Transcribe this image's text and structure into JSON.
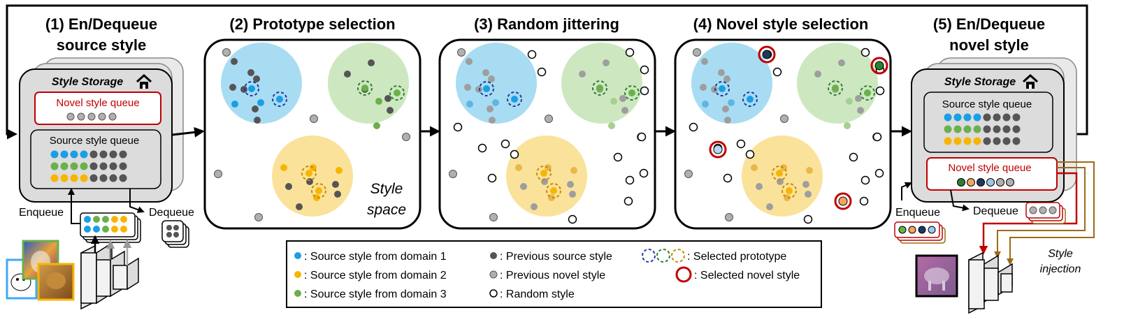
{
  "steps": [
    {
      "label": "(1) En/Dequeue",
      "label2": "source style"
    },
    {
      "label": "(2) Prototype selection"
    },
    {
      "label": "(3) Random jittering"
    },
    {
      "label": "(4) Novel style selection"
    },
    {
      "label": "(5) En/Dequeue",
      "label2": "novel style"
    }
  ],
  "storage": {
    "title": "Style Storage",
    "novel_queue": "Novel style queue",
    "source_queue": "Source style queue"
  },
  "flow": {
    "enqueue": "Enqueue",
    "dequeue": "Dequeue",
    "style_injection_1": "Style",
    "style_injection_2": "injection"
  },
  "space": {
    "label1": "Style",
    "label2": "space"
  },
  "legend": {
    "d1": ": Source style from domain 1",
    "d2": ": Source style from domain 2",
    "d3": ": Source style from domain 3",
    "prev_source": ": Previous source style",
    "prev_novel": ": Previous novel style",
    "random": ": Random style",
    "prototype": ": Selected prototype",
    "novel": ": Selected novel style"
  },
  "colors": {
    "domain1": "#1a9ee6",
    "domain2": "#f7b500",
    "domain3": "#6ab04c",
    "prev_source": "#555555",
    "prev_novel": "#b0b0b0",
    "blob1": "#a8dcf2",
    "blob2": "#fbe29a",
    "blob3": "#cde8c0",
    "novel_red": "#c00000",
    "dequeue_brown": "#9c6b16"
  }
}
